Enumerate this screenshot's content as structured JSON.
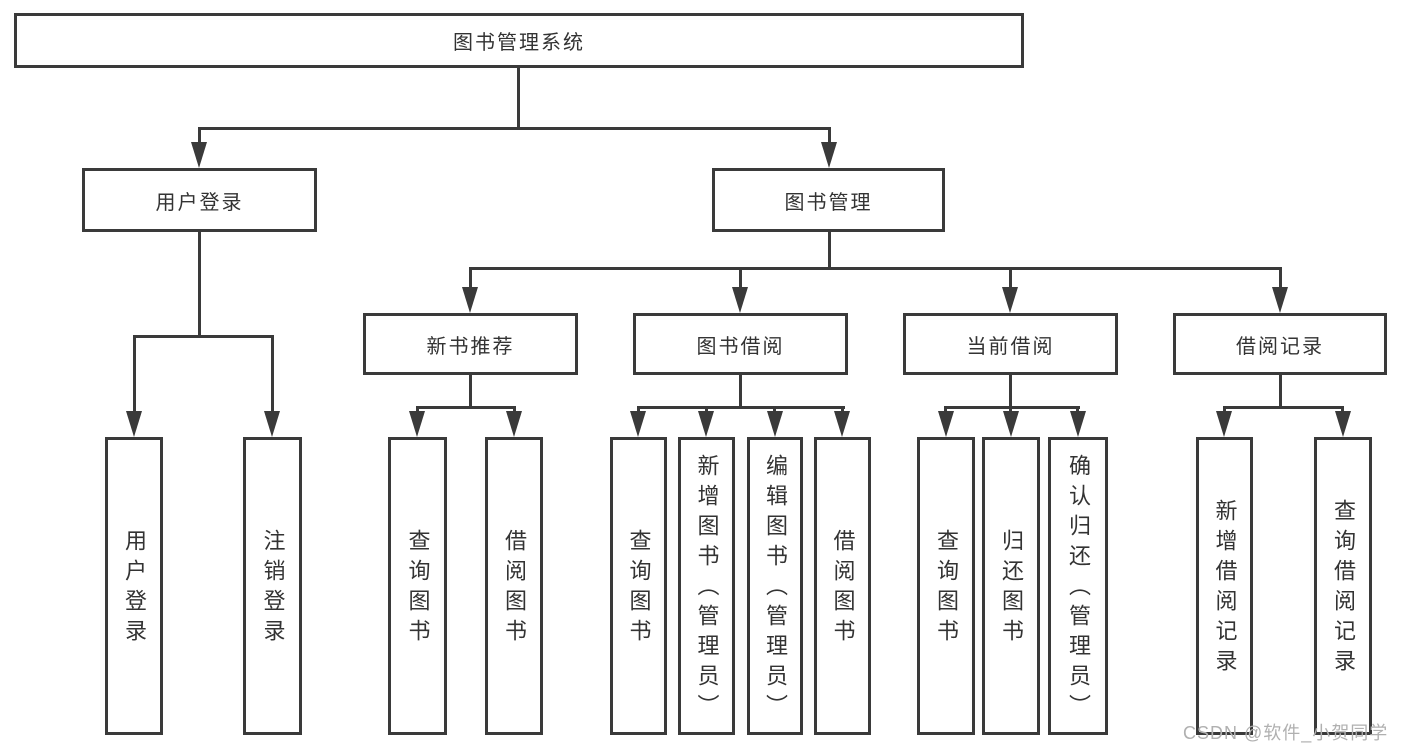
{
  "diagram": {
    "root": {
      "label": "图书管理系统"
    },
    "branches": [
      {
        "label": "用户登录",
        "children": [
          {
            "label": "用户登录"
          },
          {
            "label": "注销登录"
          }
        ]
      },
      {
        "label": "图书管理",
        "children": [
          {
            "label": "新书推荐",
            "children": [
              {
                "label": "查询图书"
              },
              {
                "label": "借阅图书"
              }
            ]
          },
          {
            "label": "图书借阅",
            "children": [
              {
                "label": "查询图书"
              },
              {
                "label": "新增图书（管理员）"
              },
              {
                "label": "编辑图书（管理员）"
              },
              {
                "label": "借阅图书"
              }
            ]
          },
          {
            "label": "当前借阅",
            "children": [
              {
                "label": "查询图书"
              },
              {
                "label": "归还图书"
              },
              {
                "label": "确认归还（管理员）"
              }
            ]
          },
          {
            "label": "借阅记录",
            "children": [
              {
                "label": "新增借阅记录"
              },
              {
                "label": "查询借阅记录"
              }
            ]
          }
        ]
      }
    ],
    "colors": {
      "line": "#3a3a3a",
      "text": "#333333",
      "watermark": "#b0b0b0",
      "background": "#ffffff"
    }
  },
  "watermark": {
    "text": "CSDN @软件_小贺同学"
  }
}
